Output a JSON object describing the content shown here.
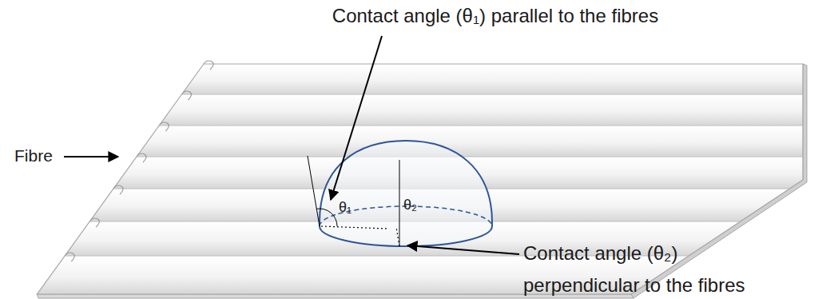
{
  "diagram": {
    "labels": [
      "Contact angle (θ₁) parallel to the fibres",
      "Fibre",
      "θ₁",
      "θ₂",
      "Contact angle (θ₂) perpendicular to the fibres"
    ]
  }
}
